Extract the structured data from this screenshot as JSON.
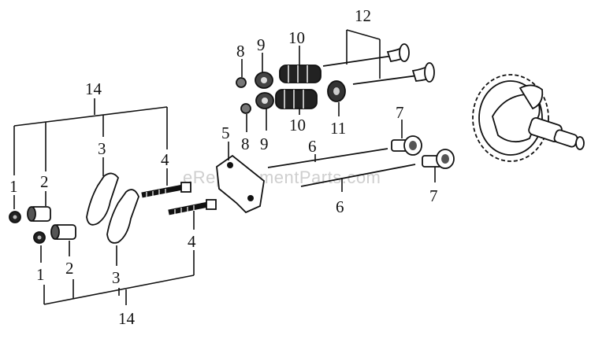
{
  "watermark": "eReplacementParts.com",
  "callouts": {
    "c1_upper": "1",
    "c1_lower": "1",
    "c2_upper": "2",
    "c2_lower": "2",
    "c3_upper": "3",
    "c3_lower": "3",
    "c4_upper": "4",
    "c4_lower": "4",
    "c5": "5",
    "c6_upper": "6",
    "c6_lower": "6",
    "c7_upper": "7",
    "c7_lower": "7",
    "c8_upper": "8",
    "c8_lower": "8",
    "c9_upper": "9",
    "c9_lower": "9",
    "c10_upper": "10",
    "c10_lower": "10",
    "c11": "11",
    "c12": "12",
    "c14_upper": "14",
    "c14_lower": "14"
  }
}
